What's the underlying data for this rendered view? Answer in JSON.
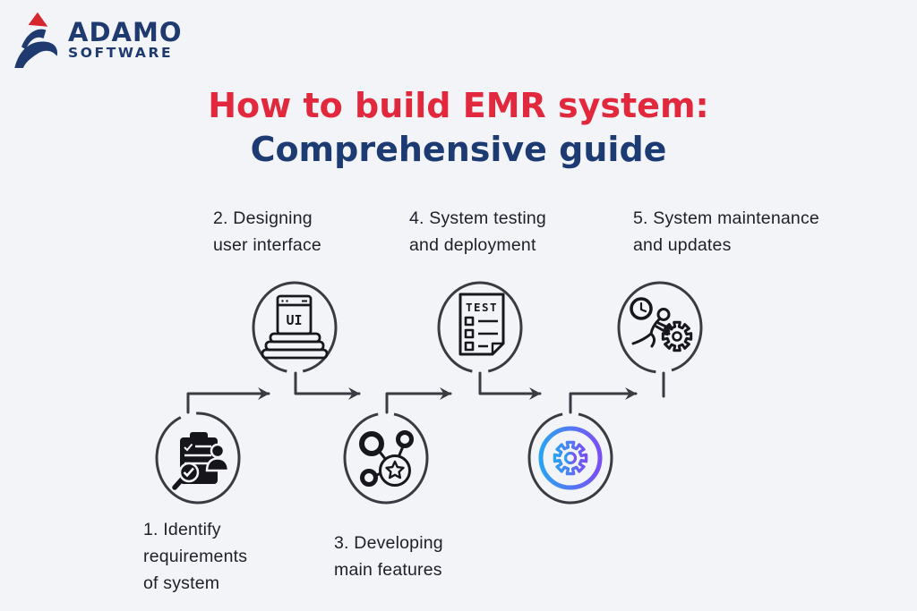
{
  "logo": {
    "name": "ADAMO",
    "sub": "SOFTWARE"
  },
  "title": {
    "line1": "How to build EMR system:",
    "line2": "Comprehensive guide",
    "line1_color": "#e2283c",
    "line2_color": "#1d3b73"
  },
  "steps": [
    {
      "id": 1,
      "label": "1. Identify\nrequirements\nof system",
      "icon": "clipboard-search-person-icon",
      "row": "bottom"
    },
    {
      "id": 2,
      "label": "2. Designing\nuser interface",
      "icon": "ui-window-layers-icon",
      "row": "top"
    },
    {
      "id": 3,
      "label": "3. Developing\nmain features",
      "icon": "share-star-network-icon",
      "row": "bottom"
    },
    {
      "id": 4,
      "label": "4. System testing\nand deployment",
      "icon": "test-checklist-document-icon",
      "row": "top"
    },
    {
      "id": 5,
      "label": "5. System maintenance\nand updates",
      "icon": "person-pushing-gear-clock-icon",
      "row": "top"
    }
  ],
  "icon_text": {
    "ui": "UI",
    "test": "TEST"
  },
  "decor": {
    "gear_gradient_start": "#29a3f1",
    "gear_gradient_end": "#7a4ff2"
  },
  "colors": {
    "background": "#f3f4f8",
    "connector_line": "#3a3a42",
    "icon_stroke": "#17171d",
    "label_text": "#20202a",
    "logo_navy": "#1e3a6e",
    "logo_red": "#d6262e"
  }
}
